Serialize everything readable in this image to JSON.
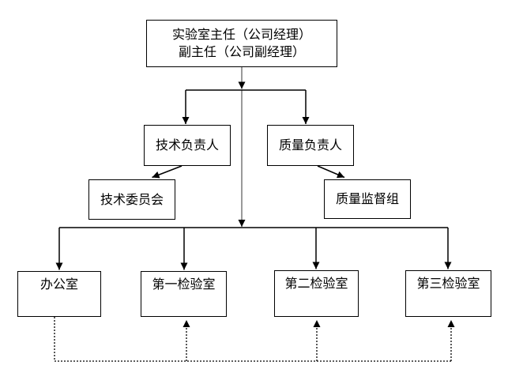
{
  "diagram": {
    "type": "org-chart",
    "background_color": "#ffffff",
    "line_color": "#000000",
    "trunk_line_color": "#808080",
    "box_border_color": "#000000",
    "text_color": "#000000",
    "nodes": {
      "director": {
        "line1": "实验室主任（公司经理）",
        "line2": "副主任（公司副经理）"
      },
      "tech_manager": {
        "label": "技术负责人"
      },
      "quality_manager": {
        "label": "质量负责人"
      },
      "tech_committee": {
        "label": "技术委员会"
      },
      "quality_supervision": {
        "label": "质量监督组"
      },
      "office": {
        "label": "办公室"
      },
      "lab1": {
        "label": "第一检验室"
      },
      "lab2": {
        "label": "第二检验室"
      },
      "lab3": {
        "label": "第三检验室"
      }
    },
    "edges": [
      {
        "from": "director",
        "to": "tech_manager",
        "style": "solid-arrow"
      },
      {
        "from": "director",
        "to": "quality_manager",
        "style": "solid-arrow"
      },
      {
        "from": "tech_manager",
        "to": "tech_committee",
        "style": "solid-arrow"
      },
      {
        "from": "quality_manager",
        "to": "quality_supervision",
        "style": "solid-arrow"
      },
      {
        "from": "director",
        "to": "office",
        "style": "solid-arrow"
      },
      {
        "from": "director",
        "to": "lab1",
        "style": "solid-arrow"
      },
      {
        "from": "director",
        "to": "lab2",
        "style": "solid-arrow"
      },
      {
        "from": "director",
        "to": "lab3",
        "style": "solid-arrow"
      },
      {
        "from": "office",
        "to": "lab1",
        "style": "dotted-arrow"
      },
      {
        "from": "office",
        "to": "lab2",
        "style": "dotted-arrow"
      },
      {
        "from": "office",
        "to": "lab3",
        "style": "dotted-arrow"
      }
    ]
  }
}
